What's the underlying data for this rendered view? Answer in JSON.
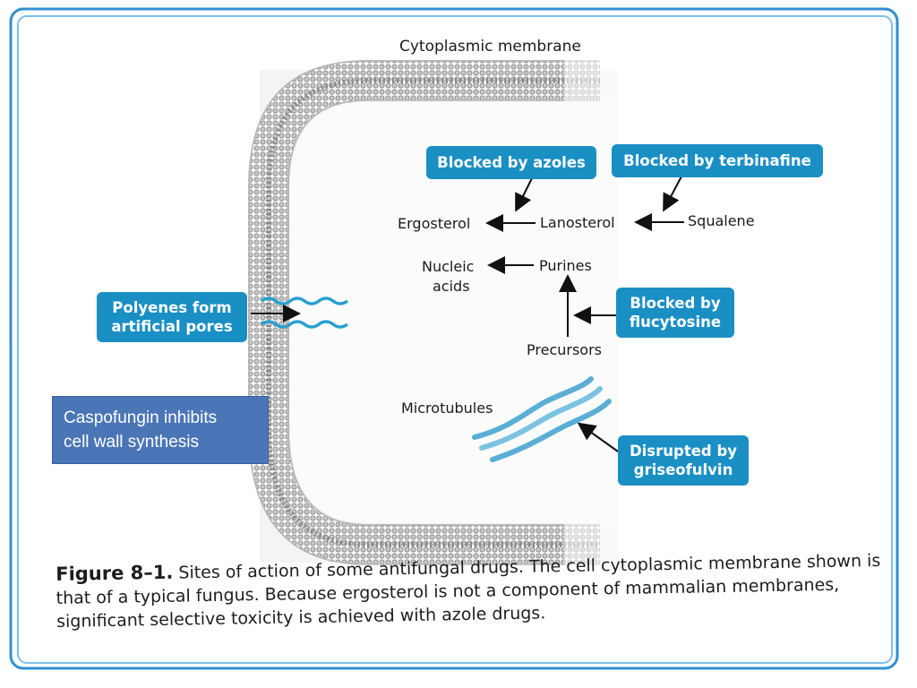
{
  "membrane_label": "Cytoplasmic membrane",
  "boxes": {
    "azoles": "Blocked by azoles",
    "terbinafine": "Blocked by terbinafine",
    "polyenes_line1": "Polyenes form",
    "polyenes_line2": "artificial pores",
    "flucytosine_line1": "Blocked by",
    "flucytosine_line2": "flucytosine",
    "griseofulvin_line1": "Disrupted by",
    "griseofulvin_line2": "griseofulvin"
  },
  "labels": {
    "ergosterol": "Ergosterol",
    "lanosterol": "Lanosterol",
    "squalene": "Squalene",
    "nucleic_line1": "Nucleic",
    "nucleic_line2": "acids",
    "purines": "Purines",
    "precursors": "Precursors",
    "microtubules": "Microtubules"
  },
  "note": {
    "line1": "Caspofungin  inhibits",
    "line2": "cell wall synthesis"
  },
  "caption": {
    "figure_label": "Figure 8–1.",
    "text": "Sites of action of some antifungal drugs. The cell cytoplasmic membrane shown is that of a typical fungus. Because ergosterol is not a component of mammalian membranes, significant selective toxicity is achieved with azole drugs."
  },
  "colors": {
    "box_fill": "#1a8fc4",
    "note_fill": "#4a76b8",
    "frame_outer": "#2f8fd0",
    "membrane": "#9a9a9a",
    "microtubule": "#5aaed6"
  }
}
